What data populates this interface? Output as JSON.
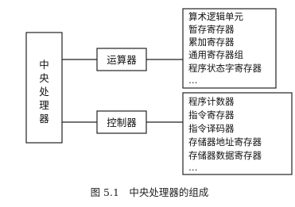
{
  "cpu": {
    "label_chars": [
      "中",
      "央",
      "处",
      "理",
      "器"
    ]
  },
  "alu": {
    "label": "运算器",
    "items": [
      "算术逻辑单元",
      "暂存寄存器",
      "累加寄存器",
      "通用寄存器组",
      "程序状态字寄存器",
      "…"
    ]
  },
  "control": {
    "label": "控制器",
    "items": [
      "程序计数器",
      "指令寄存器",
      "指令译码器",
      "存储器地址寄存器",
      "存储器数据寄存器",
      "…"
    ]
  },
  "caption": "图 5.1　中央处理器的组成"
}
